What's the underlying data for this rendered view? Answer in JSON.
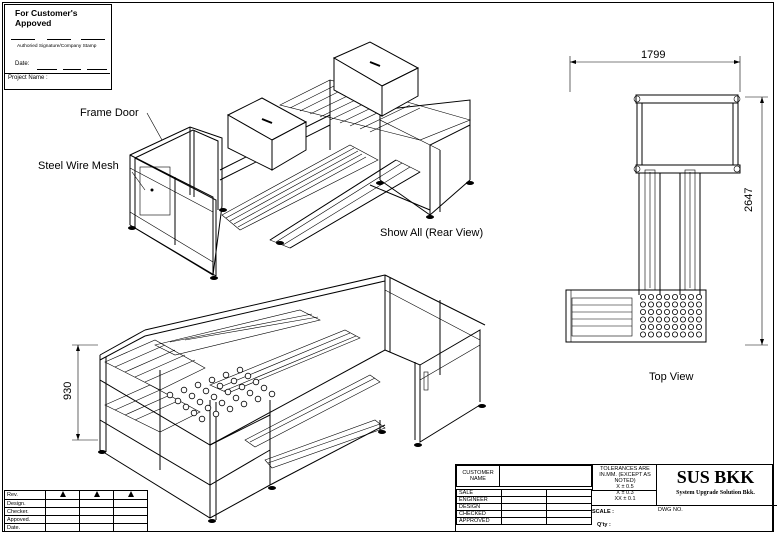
{
  "approval": {
    "title": "For Customer's  Appoved",
    "signature_caption": "Authoried Signature/Company Stamp",
    "date_label": "Date:",
    "project_label": "Project Name :"
  },
  "views": {
    "rear_view_label": "Show All (Rear View)",
    "top_view_label": "Top View",
    "callouts": {
      "frame_door": "Frame Door",
      "steel_wire_mesh": "Steel Wire Mesh"
    }
  },
  "dimensions": {
    "top_width": "1799",
    "top_depth": "2647",
    "iso_height": "930"
  },
  "revision_block": {
    "rows": [
      "Rev.",
      "Design.",
      "Checker.",
      "Appoved.",
      "Date."
    ],
    "marker": "!"
  },
  "title_block": {
    "customer_name": "CUSTOMER NAME",
    "left_rows": [
      "SALE",
      "ENGINEER",
      "DESIGN",
      "CHECKED",
      "APPROVED"
    ],
    "tolerance_title": "TOLERANCES ARE IN.MM. (EXCEPT AS NOTED)",
    "tolerances": [
      "X   ± 0.5",
      "X   ± 0.3",
      "XX  ± 0.1"
    ],
    "scale_label": "SCALE :",
    "qty_label": "Q'ty :",
    "brand": "SUS BKK",
    "brand_sub": "System Upgrade Solution Bkk.",
    "dwg_no_label": "DWG NO."
  }
}
